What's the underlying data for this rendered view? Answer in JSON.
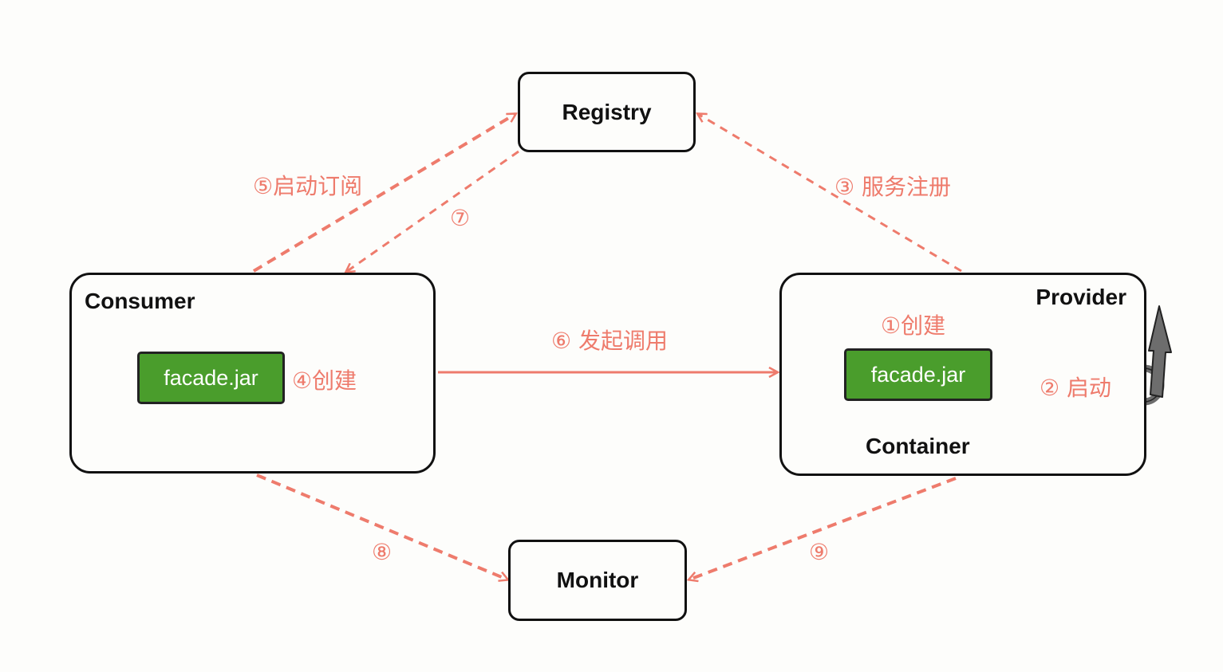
{
  "nodes": {
    "registry": "Registry",
    "consumer": "Consumer",
    "provider": "Provider",
    "monitor": "Monitor",
    "container": "Container",
    "consumer_jar": "facade.jar",
    "provider_jar": "facade.jar"
  },
  "edges": {
    "step1": "①创建",
    "step2": "② 启动",
    "step3": "③ 服务注册",
    "step4": "④创建",
    "step5": "⑤启动订阅",
    "step6": "⑥ 发起调用",
    "step7": "⑦",
    "step8": "⑧",
    "step9": "⑨"
  },
  "colors": {
    "arrow": "#ee7b6c",
    "jar": "#4a9d2c",
    "container": "#6f97d6",
    "startup_icon": "#6d6d6d"
  },
  "icons": {
    "startup": "power-arrow-icon"
  }
}
